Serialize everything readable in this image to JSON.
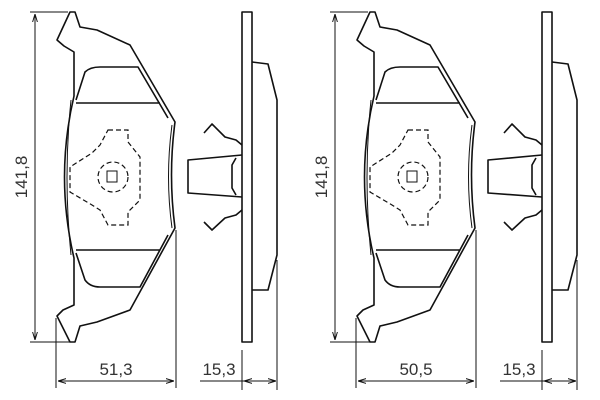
{
  "drawings": [
    {
      "height_label": "141,8",
      "width_label": "51,3",
      "thickness_label": "15,3"
    },
    {
      "height_label": "141,8",
      "width_label": "50,5",
      "thickness_label": "15,3"
    }
  ]
}
